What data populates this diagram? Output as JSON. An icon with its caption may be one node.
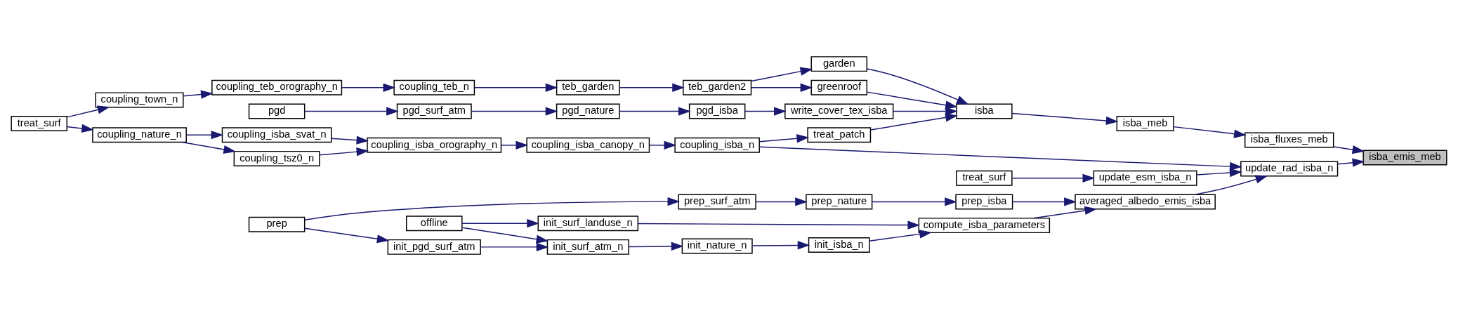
{
  "diagram": {
    "nodes": [
      {
        "text": [
          "isba_emis_meb"
        ]
      },
      {
        "text": [
          "isba_fluxes_meb"
        ]
      },
      {
        "text": [
          "update_rad_isba_n"
        ]
      },
      {
        "text": [
          "isba_meb"
        ]
      },
      {
        "text": [
          "isba"
        ]
      },
      {
        "text": [
          "garden"
        ]
      },
      {
        "text": [
          "greenroof"
        ]
      },
      {
        "text": [
          "write_cover_tex_isba"
        ]
      },
      {
        "text": [
          "treat_patch"
        ]
      },
      {
        "text": [
          "teb_garden2"
        ]
      },
      {
        "text": [
          "teb_garden"
        ]
      },
      {
        "text": [
          "coupling_teb_n"
        ]
      },
      {
        "text": [
          "coupling_teb_orography_n"
        ]
      },
      {
        "text": [
          "coupling_town_n"
        ]
      },
      {
        "text": [
          "treat_surf"
        ]
      },
      {
        "text": [
          "pgd_isba"
        ]
      },
      {
        "text": [
          "pgd_nature"
        ]
      },
      {
        "text": [
          "pgd_surf_atm"
        ]
      },
      {
        "text": [
          "pgd"
        ]
      },
      {
        "text": [
          "coupling_isba_n"
        ]
      },
      {
        "text": [
          "coupling_isba_canopy_n"
        ]
      },
      {
        "text": [
          "coupling_isba_orography_n"
        ]
      },
      {
        "text": [
          "coupling_isba_svat_n"
        ]
      },
      {
        "text": [
          "coupling_tsz0_n"
        ]
      },
      {
        "text": [
          "coupling_nature_n"
        ]
      },
      {
        "text": [
          "update_esm_isba_n"
        ]
      },
      {
        "text": [
          "treat_surf"
        ]
      },
      {
        "text": [
          "averaged_albedo_emis_isba"
        ]
      },
      {
        "text": [
          "prep_isba"
        ]
      },
      {
        "text": [
          "prep_nature"
        ]
      },
      {
        "text": [
          "prep_surf_atm"
        ]
      },
      {
        "text": [
          "prep"
        ]
      },
      {
        "text": [
          "compute_isba_parameters"
        ]
      },
      {
        "text": [
          "init_surf_landuse_n"
        ]
      },
      {
        "text": [
          "offline"
        ]
      },
      {
        "text": [
          "init_isba_n"
        ]
      },
      {
        "text": [
          "init_nature_n"
        ]
      },
      {
        "text": [
          "init_surf_atm_n"
        ]
      },
      {
        "text": [
          "init_pgd_surf_atm"
        ]
      }
    ],
    "edges": [
      {
        "from": 1,
        "to": 0,
        "arrow": "to"
      },
      {
        "from": 2,
        "to": 0,
        "arrow": "to"
      },
      {
        "from": 3,
        "to": 1,
        "arrow": "to"
      },
      {
        "from": 4,
        "to": 3,
        "arrow": "to"
      },
      {
        "from": 5,
        "to": 4,
        "arrow": "to"
      },
      {
        "from": 6,
        "to": 4,
        "arrow": "to"
      },
      {
        "from": 7,
        "to": 4,
        "arrow": "to"
      },
      {
        "from": 8,
        "to": 4,
        "arrow": "to"
      },
      {
        "from": 9,
        "to": 5,
        "arrow": "to"
      },
      {
        "from": 9,
        "to": 6,
        "arrow": "to"
      },
      {
        "from": 10,
        "to": 9,
        "arrow": "to"
      },
      {
        "from": 11,
        "to": 10,
        "arrow": "to"
      },
      {
        "from": 12,
        "to": 11,
        "arrow": "to"
      },
      {
        "from": 13,
        "to": 12,
        "arrow": "to"
      },
      {
        "from": 14,
        "to": 13,
        "arrow": "to"
      },
      {
        "from": 15,
        "to": 7,
        "arrow": "to"
      },
      {
        "from": 16,
        "to": 15,
        "arrow": "to"
      },
      {
        "from": 17,
        "to": 16,
        "arrow": "to"
      },
      {
        "from": 18,
        "to": 17,
        "arrow": "to"
      },
      {
        "from": 19,
        "to": 8,
        "arrow": "to"
      },
      {
        "from": 19,
        "to": 2,
        "arrow": "to"
      },
      {
        "from": 20,
        "to": 19,
        "arrow": "to"
      },
      {
        "from": 21,
        "to": 20,
        "arrow": "to"
      },
      {
        "from": 22,
        "to": 21,
        "arrow": "to"
      },
      {
        "from": 23,
        "to": 21,
        "arrow": "to"
      },
      {
        "from": 24,
        "to": 22,
        "arrow": "to"
      },
      {
        "from": 24,
        "to": 23,
        "arrow": "to"
      },
      {
        "from": 14,
        "to": 24,
        "arrow": "to"
      },
      {
        "from": 25,
        "to": 2,
        "arrow": "to"
      },
      {
        "from": 26,
        "to": 25,
        "arrow": "to"
      },
      {
        "from": 27,
        "to": 2,
        "arrow": "to"
      },
      {
        "from": 28,
        "to": 27,
        "arrow": "to"
      },
      {
        "from": 29,
        "to": 28,
        "arrow": "to"
      },
      {
        "from": 30,
        "to": 29,
        "arrow": "to"
      },
      {
        "from": 31,
        "to": 30,
        "arrow": "to"
      },
      {
        "from": 32,
        "to": 27,
        "arrow": "to"
      },
      {
        "from": 33,
        "to": 32,
        "arrow": "to"
      },
      {
        "from": 34,
        "to": 33,
        "arrow": "to"
      },
      {
        "from": 35,
        "to": 32,
        "arrow": "to"
      },
      {
        "from": 36,
        "to": 35,
        "arrow": "to"
      },
      {
        "from": 37,
        "to": 36,
        "arrow": "to"
      },
      {
        "from": 34,
        "to": 37,
        "arrow": "to"
      },
      {
        "from": 38,
        "to": 37,
        "arrow": "to"
      },
      {
        "from": 31,
        "to": 38,
        "arrow": "to"
      }
    ]
  }
}
